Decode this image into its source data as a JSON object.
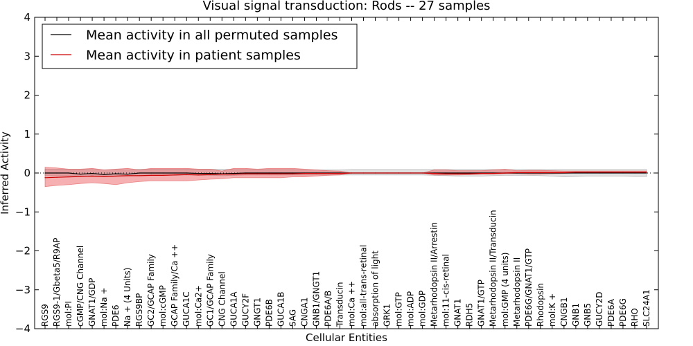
{
  "chart_data": {
    "type": "line",
    "title": "Visual signal transduction: Rods -- 27 samples",
    "xlabel": "Cellular Entities",
    "ylabel": "Inferred Activity",
    "ylim": [
      -4,
      4
    ],
    "yticks": [
      "-4",
      "-3",
      "-2",
      "-1",
      "0",
      "1",
      "2",
      "3",
      "4"
    ],
    "categories": [
      "RGS9",
      "RGS9-1/Gbeta5/R9AP",
      "mol:PI",
      "cGMP/CNG Channel",
      "GNAT1/GDP",
      "mol:Na +",
      "PDE6",
      "Na + (4 Units)",
      "RGS9BP",
      "GC2/GCAP Family",
      "mol:cGMP",
      "GCAP Family/Ca ++",
      "GUCA1C",
      "mol:Ca2+",
      "GC1/GCAP Family",
      "CNG Channel",
      "GUCA1A",
      "GUCY2F",
      "GNGT1",
      "PDE6B",
      "GUCA1B",
      "SAG",
      "CNGA1",
      "GNB1/GNGT1",
      "PDE6A/B",
      "Transducin",
      "mol:Ca ++",
      "mol:all-trans-retinal",
      "absorption of light",
      "GRK1",
      "mol:GTP",
      "mol:ADP",
      "mol:GDP",
      "Metarhodopsin II/Arrestin",
      "mol:11-cis-retinal",
      "GNAT1",
      "RDH5",
      "GNAT1/GTP",
      "Metarhodopsin II/Transducin",
      "mol:GMP (4 units)",
      "Metarhodopsin II",
      "PDE6G/GNAT1/GTP",
      "Rhodopsin",
      "mol:K +",
      "CNGB1",
      "GNB1",
      "GNB5",
      "GUCY2D",
      "PDE6A",
      "PDE6G",
      "RHO",
      "SLC24A1"
    ],
    "legend_position": "top-left",
    "series": [
      {
        "name": "Mean activity in all permuted samples",
        "color": "#000000",
        "values": [
          0,
          0,
          0,
          -0.03,
          -0.01,
          -0.04,
          -0.02,
          -0.03,
          0,
          0,
          0,
          0,
          0,
          -0.01,
          -0.01,
          -0.02,
          -0.01,
          0,
          0,
          0,
          0,
          0,
          0,
          0,
          0,
          0,
          0,
          0,
          0,
          0,
          0,
          0,
          0,
          0,
          0,
          0,
          0,
          0,
          0,
          0,
          0,
          0,
          0,
          0,
          0,
          0,
          0,
          0,
          0,
          0,
          0,
          0
        ],
        "band_lower": [
          -0.07,
          -0.07,
          -0.07,
          -0.09,
          -0.07,
          -0.1,
          -0.08,
          -0.08,
          -0.06,
          -0.06,
          -0.06,
          -0.06,
          -0.05,
          -0.06,
          -0.06,
          -0.07,
          -0.06,
          -0.05,
          -0.05,
          -0.05,
          -0.05,
          -0.05,
          -0.05,
          -0.05,
          -0.05,
          -0.05,
          -0.05,
          -0.05,
          -0.05,
          -0.05,
          -0.05,
          -0.05,
          -0.05,
          -0.06,
          -0.07,
          -0.08,
          -0.08,
          -0.08,
          -0.07,
          -0.06,
          -0.06,
          -0.06,
          -0.07,
          -0.08,
          -0.1,
          -0.09,
          -0.08,
          -0.08,
          -0.08,
          -0.08,
          -0.09,
          -0.09
        ],
        "band_upper": [
          0.1,
          0.1,
          0.1,
          0.1,
          0.09,
          0.08,
          0.09,
          0.08,
          0.1,
          0.1,
          0.1,
          0.1,
          0.1,
          0.1,
          0.1,
          0.1,
          0.09,
          0.09,
          0.09,
          0.09,
          0.09,
          0.09,
          0.08,
          0.08,
          0.08,
          0.08,
          0.09,
          0.09,
          0.09,
          0.09,
          0.09,
          0.09,
          0.09,
          0.09,
          0.09,
          0.09,
          0.09,
          0.09,
          0.09,
          0.09,
          0.09,
          0.09,
          0.09,
          0.09,
          0.09,
          0.09,
          0.09,
          0.09,
          0.09,
          0.09,
          0.09,
          0.09
        ]
      },
      {
        "name": "Mean activity in patient samples",
        "color": "#cc0000",
        "values": [
          -0.12,
          -0.11,
          -0.1,
          -0.09,
          -0.08,
          -0.09,
          -0.08,
          -0.07,
          -0.07,
          -0.06,
          -0.06,
          -0.05,
          -0.04,
          -0.05,
          -0.04,
          -0.03,
          -0.03,
          -0.02,
          -0.02,
          -0.02,
          -0.02,
          -0.02,
          -0.01,
          -0.01,
          -0.01,
          -0.01,
          0,
          0,
          0,
          0,
          0,
          0,
          0,
          -0.01,
          -0.02,
          -0.02,
          -0.02,
          -0.01,
          -0.01,
          0,
          0.01,
          0.01,
          0.01,
          0.01,
          0.01,
          0.02,
          0.02,
          0.02,
          0.02,
          0.02,
          0.02,
          0.02
        ],
        "band_lower": [
          -0.35,
          -0.32,
          -0.3,
          -0.27,
          -0.25,
          -0.27,
          -0.3,
          -0.25,
          -0.22,
          -0.2,
          -0.2,
          -0.2,
          -0.2,
          -0.18,
          -0.16,
          -0.15,
          -0.12,
          -0.12,
          -0.12,
          -0.12,
          -0.12,
          -0.1,
          -0.1,
          -0.08,
          -0.06,
          -0.05,
          0,
          0,
          0,
          0,
          0,
          0,
          0,
          -0.05,
          -0.05,
          -0.05,
          -0.04,
          -0.03,
          -0.03,
          -0.02,
          -0.02,
          -0.03,
          -0.03,
          -0.02,
          -0.01,
          0,
          0,
          0,
          0,
          0,
          0,
          0
        ],
        "band_upper": [
          0.15,
          0.13,
          0.1,
          0.1,
          0.12,
          0.08,
          0.1,
          0.12,
          0.08,
          0.12,
          0.12,
          0.12,
          0.12,
          0.1,
          0.1,
          0.05,
          0.12,
          0.12,
          0.1,
          0.12,
          0.12,
          0.12,
          0.1,
          0.08,
          0.06,
          0.05,
          0,
          0,
          0,
          0,
          0,
          0,
          0,
          0.08,
          0.08,
          0.06,
          0.06,
          0.06,
          0.08,
          0.1,
          0.06,
          0.07,
          0.07,
          0.06,
          0.05,
          0.05,
          0.05,
          0.05,
          0.05,
          0.05,
          0.05,
          0.05
        ]
      }
    ]
  }
}
